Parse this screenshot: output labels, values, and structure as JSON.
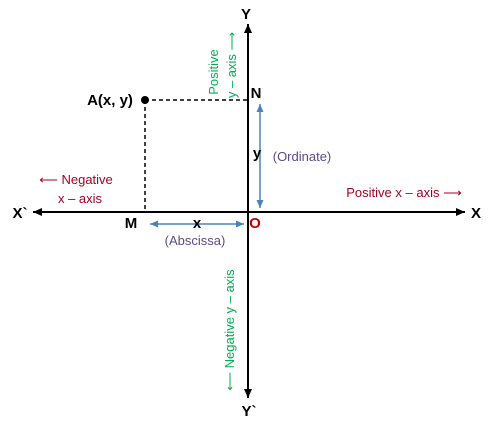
{
  "labels": {
    "y_axis_top": "Y",
    "y_axis_bottom": "Y`",
    "x_axis_right": "X",
    "x_axis_left": "X`",
    "origin": "O",
    "point_a": "A(x, y)",
    "point_n": "N",
    "point_m": "M",
    "x_var": "x",
    "y_var": "y",
    "ordinate": "(Ordinate)",
    "abscissa": "(Abscissa)",
    "positive_y_line1": "Positive",
    "positive_y_line2": "y – axis ⟶",
    "negative_y": "⟵ Negative y – axis",
    "negative_x_line1": "⟵ Negative",
    "negative_x_line2": "x – axis",
    "positive_x": "Positive x – axis ⟶"
  },
  "colors": {
    "axis": "#000000",
    "origin": "#c00000",
    "green": "#00b050",
    "dark_red": "#a50021",
    "purple": "#5b4a8a",
    "arrow_blue": "#4f81bd"
  }
}
